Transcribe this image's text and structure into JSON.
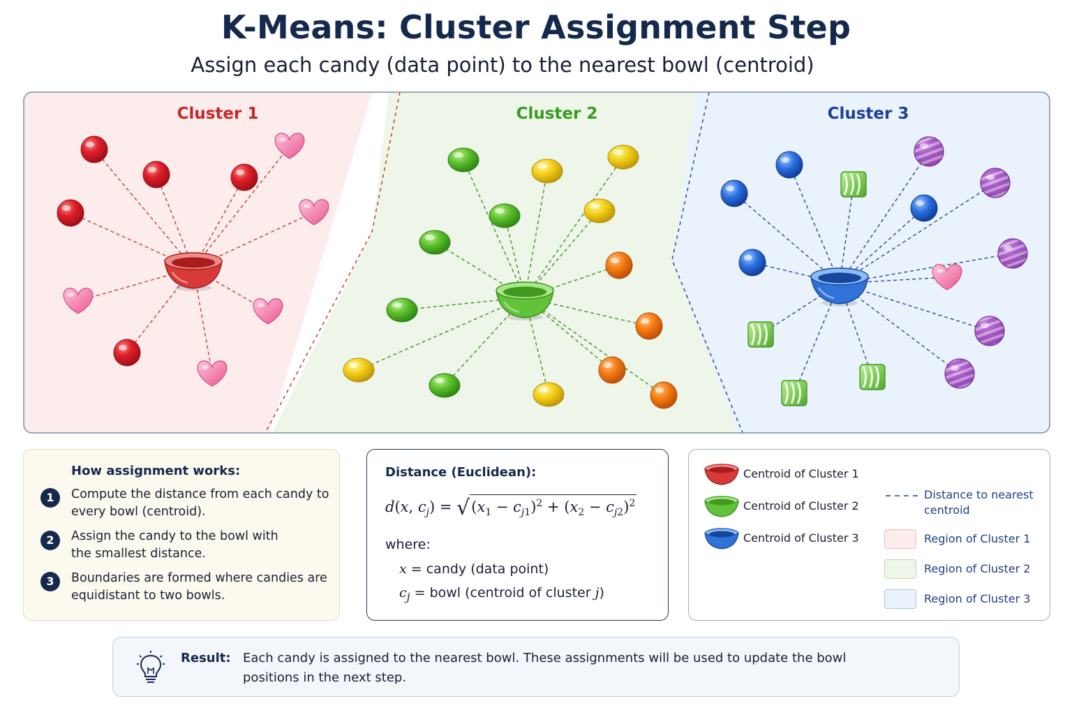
{
  "header": {
    "title": "K-Means: Cluster Assignment Step",
    "subtitle": "Assign each candy (data point) to the nearest bowl (centroid)"
  },
  "colors": {
    "cluster1": "#d42a2a",
    "cluster2": "#3b9a1f",
    "cluster3": "#1c47a8",
    "region1": "#fcecec",
    "region2": "#edf6e8",
    "region3": "#eaf2fb"
  },
  "clusters": [
    {
      "label": "Cluster 1",
      "color": "#c62828"
    },
    {
      "label": "Cluster 2",
      "color": "#3a9a22"
    },
    {
      "label": "Cluster 3",
      "color": "#1c3f9a"
    }
  ],
  "how": {
    "heading": "How assignment works:",
    "steps": [
      {
        "num": "1",
        "text": "Compute the distance from each candy to every bowl (centroid)."
      },
      {
        "num": "2",
        "text": "Assign the candy to the bowl with the smallest distance."
      },
      {
        "num": "3",
        "text": "Boundaries are formed where candies are equidistant to two bowls."
      }
    ]
  },
  "distance": {
    "heading": "Distance (Euclidean):",
    "where_label": "where:",
    "x_def": "= candy (data point)",
    "c_def": "= bowl (centroid of cluster"
  },
  "legend": {
    "centroid1": "Centroid of Cluster 1",
    "centroid2": "Centroid of Cluster 2",
    "centroid3": "Centroid of Cluster 3",
    "distance_line": "Distance to nearest centroid",
    "region1": "Region of Cluster 1",
    "region2": "Region of Cluster 2",
    "region3": "Region of Cluster 3"
  },
  "result": {
    "label": "Result:",
    "text": "Each candy is assigned to the nearest bowl. These assignments will be used to update the bowl positions in the next step.",
    "icon": "lightbulb-icon"
  }
}
